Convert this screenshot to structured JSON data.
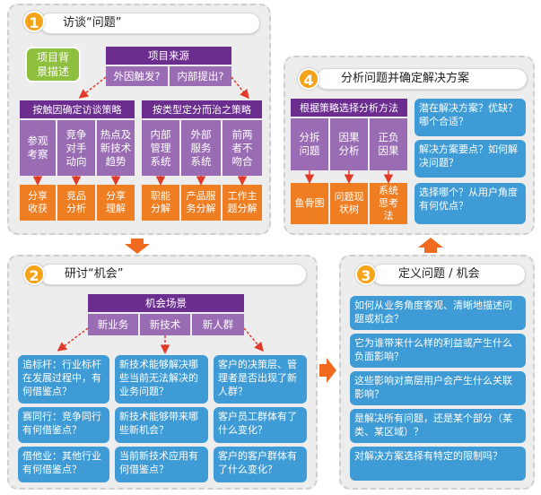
{
  "p1": {
    "num": "1",
    "title": "访谈“问题”",
    "side": "项目背景描述",
    "source": {
      "head": "项目来源",
      "items": [
        "外因触发?",
        "内部提出?"
      ]
    },
    "left": {
      "head": "按触因确定访谈策略",
      "items": [
        "参观考察",
        "竞争对手动向",
        "热点及新技术趋势"
      ],
      "outs": [
        "分享收获",
        "竞品分析",
        "分享理解"
      ]
    },
    "right": {
      "head": "按类型定分而治之策略",
      "items": [
        "内部管理系统",
        "外部服务系统",
        "前两者不吻合"
      ],
      "outs": [
        "职能分解",
        "产品服务分解",
        "工作主题分解"
      ]
    }
  },
  "p2": {
    "num": "2",
    "title": "研讨“机会”",
    "head": "机会场景",
    "items": [
      "新业务",
      "新技术",
      "新人群"
    ],
    "col1": [
      "追标杆：行业标杆在发展过程中，有何借鉴点？",
      "赛同行：竞争同行有何借鉴点？",
      "借他业：其他行业有何借鉴点？"
    ],
    "col2": [
      "新技术能够解决哪些当前无法解决的业务问题？",
      "新技术能够带来哪些新机会？",
      "当前新技术应用有何借鉴点？"
    ],
    "col3": [
      "客户的决策层、管理者是否出现了新人群？",
      "客户员工群体有了什么变化？",
      "客户的客户群体有了什么变化？"
    ]
  },
  "p3": {
    "num": "3",
    "title": "定义问题 / 机会",
    "items": [
      "如何从业务角度客观、清晰地描述问题或机会？",
      "它为谁带来什么样的利益或产生什么负面影响？",
      "这些影响对高层用户会产生什么关联影响？",
      "是解决所有问题，还是某个部分（某类、某区域）？",
      "对解决方案选择有特定的限制吗？"
    ]
  },
  "p4": {
    "num": "4",
    "title": "分析问题并确定解决方案",
    "head": "根据策略选择分析方法",
    "items": [
      "分拆问题",
      "因果分析",
      "正负因果"
    ],
    "outs": [
      "鱼骨图",
      "问题现状树",
      "系统思考法"
    ],
    "right": [
      "潜在解决方案？优缺？哪个合适？",
      "解决方案要点？如何解决问题？",
      "选择哪个？从用户角度有何优点？"
    ]
  },
  "colors": {
    "purple": "#6b2e8f",
    "lavender": "#9a6cb4",
    "orange": "#ef7d22",
    "blue": "#3e9bd5",
    "green": "#8fbf3f",
    "number": "#f5a318"
  }
}
